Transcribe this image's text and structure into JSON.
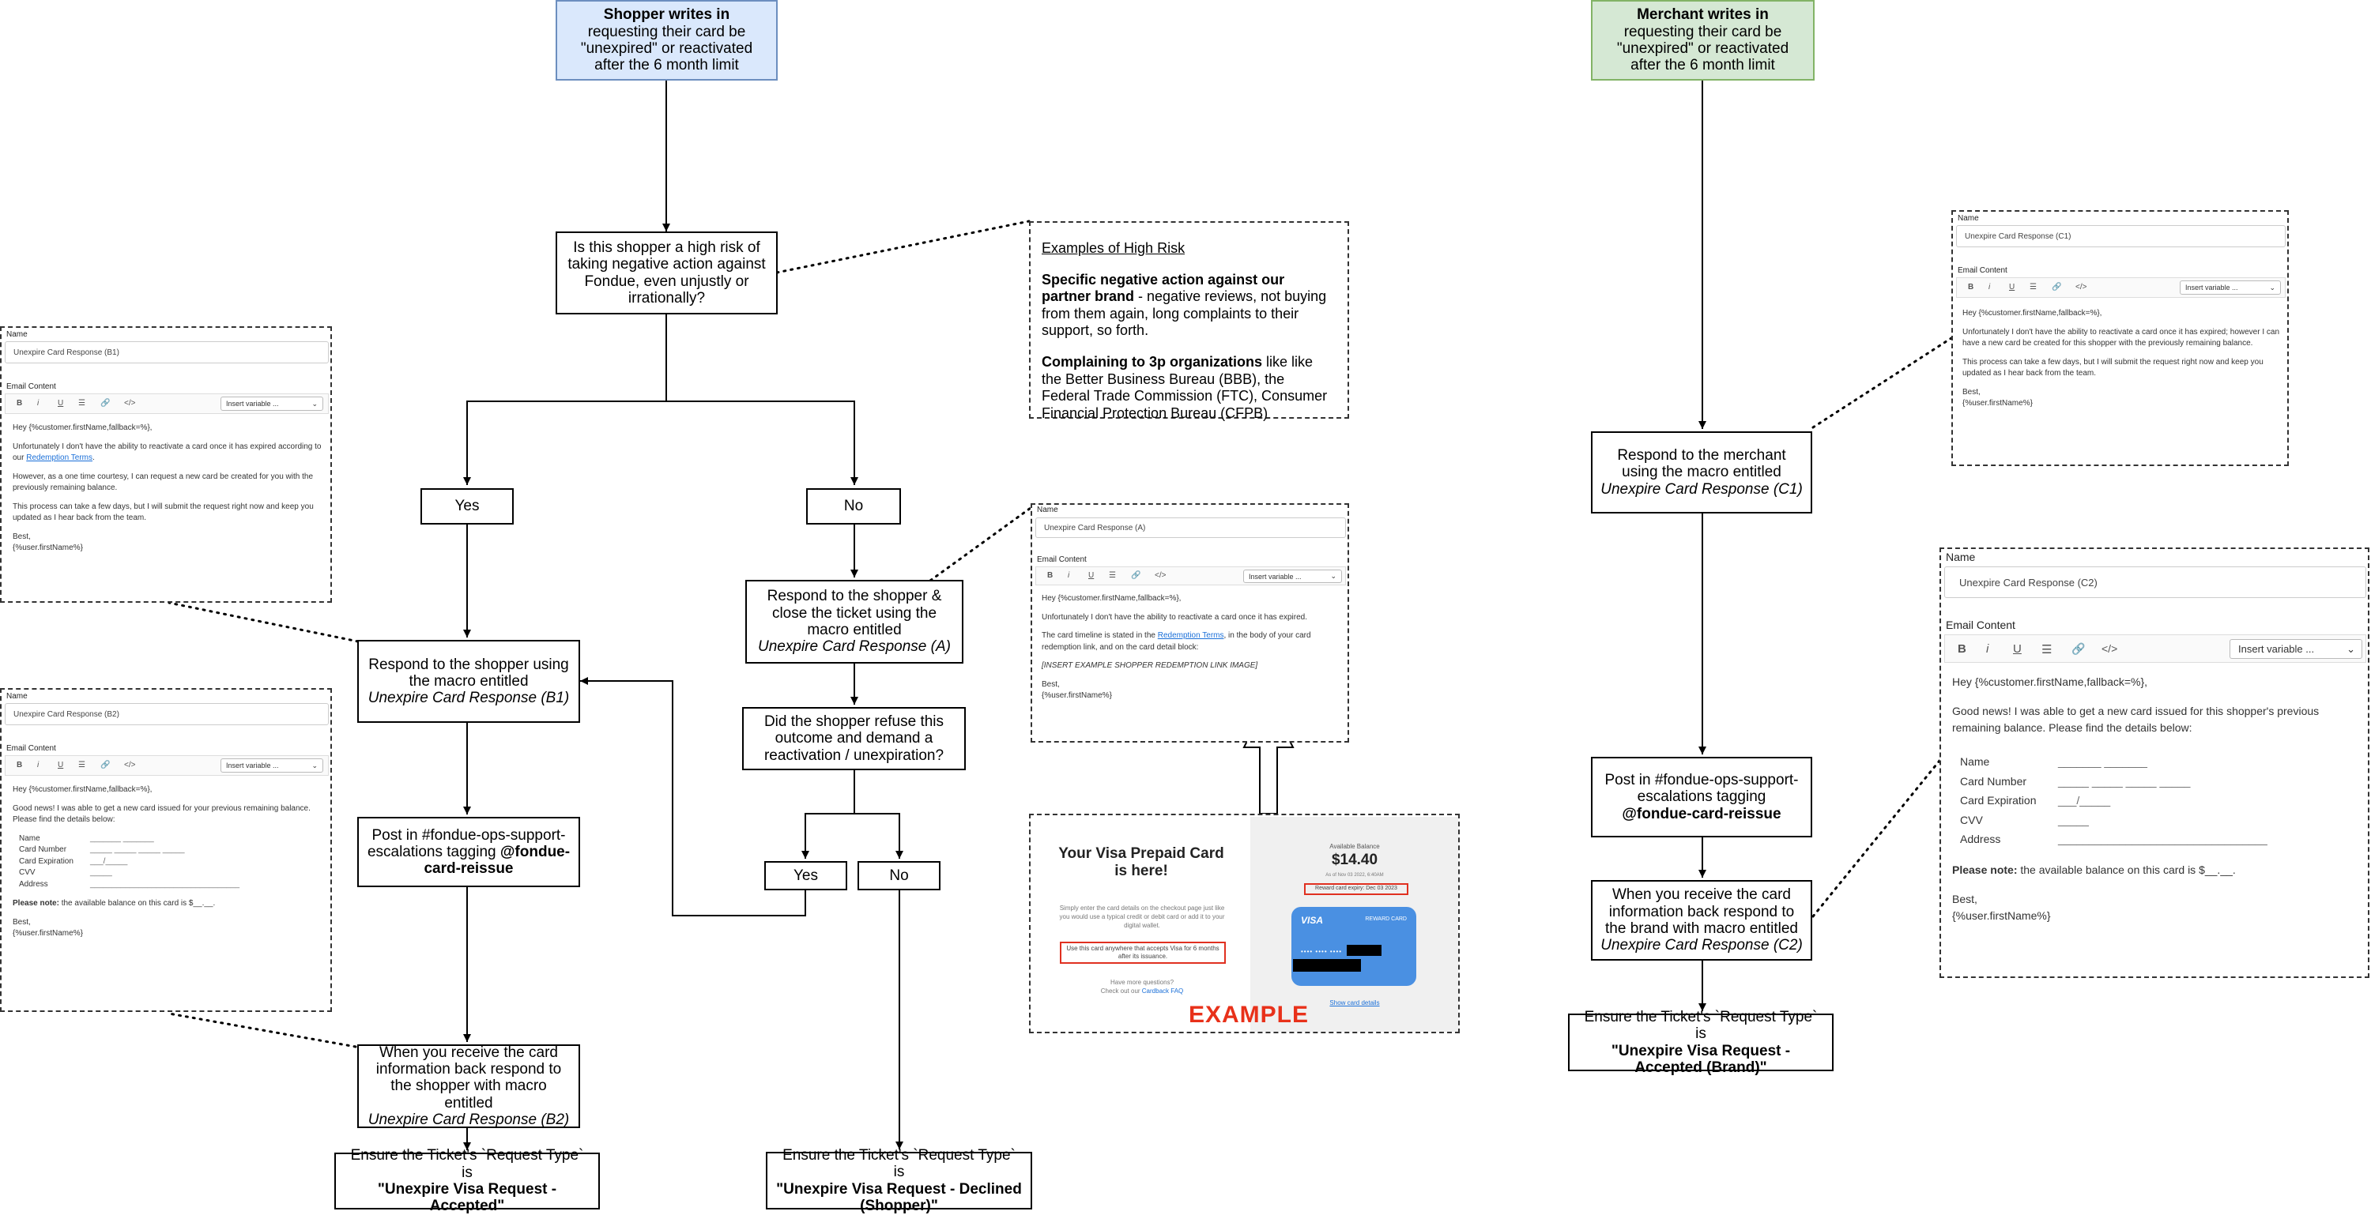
{
  "nodes": {
    "shopper_start": {
      "bold": "Shopper writes in",
      "rest": "requesting their card be \"unexpired\" or reactivated after the 6 month limit"
    },
    "merchant_start": {
      "bold": "Merchant writes in",
      "rest": "requesting their card be \"unexpired\" or reactivated after the 6 month limit"
    },
    "high_risk_q": "Is this shopper a high risk of taking negative action against Fondue, even unjustly or irrationally?",
    "yes1": "Yes",
    "no1": "No",
    "respond_b1": {
      "text": "Respond to the shopper using the macro entitled",
      "macro": "Unexpire Card Response (B1)"
    },
    "post_b": {
      "text": "Post in #fondue-ops-support-escalations tagging",
      "bold": "@fondue-card-reissue"
    },
    "receive_b2": {
      "text": "When you receive the card information back respond to the shopper with macro entitled",
      "macro": "Unexpire Card Response (B2)"
    },
    "ensure_accepted": {
      "text": "Ensure the Ticket's `Request Type` is",
      "bold": "\"Unexpire Visa Request - Accepted\""
    },
    "respond_a": {
      "text": "Respond to the shopper & close the ticket using the macro entitled",
      "macro": "Unexpire Card Response (A)"
    },
    "refuse_q": "Did the shopper refuse this outcome and demand a reactivation / unexpiration?",
    "yes2": "Yes",
    "no2": "No",
    "ensure_declined": {
      "text": "Ensure the Ticket's `Request Type` is",
      "bold": "\"Unexpire Visa Request - Declined (Shopper)\""
    },
    "respond_c1": {
      "text": "Respond to the merchant using the macro entitled",
      "macro": "Unexpire Card Response (C1)"
    },
    "post_c": {
      "text": "Post in #fondue-ops-support-escalations tagging",
      "bold": "@fondue-card-reissue"
    },
    "receive_c2": {
      "text": "When you receive the card information back respond to the brand with macro entitled",
      "macro": "Unexpire Card Response (C2)"
    },
    "ensure_brand": {
      "text": "Ensure the Ticket's `Request Type` is",
      "bold": "\"Unexpire Visa Request - Accepted (Brand)\""
    }
  },
  "high_risk_note": {
    "heading": "Examples of High Risk",
    "p1_bold": "Specific negative action against our partner brand",
    "p1_rest": " - negative reviews, not buying from them again, long complaints to their support, so forth.",
    "p2_bold": "Complaining to 3p organizations",
    "p2_rest": " like like the Better Business Bureau (BBB), the Federal Trade Commission (FTC), Consumer Financial Protection Bureau (CFPB)"
  },
  "mock_common": {
    "name_label": "Name",
    "email_label": "Email Content",
    "insert_variable": "Insert variable ...",
    "toolbar": [
      "B",
      "i",
      "U",
      "☰",
      "🔗",
      "</>"
    ],
    "greeting": "Hey {%customer.firstName,fallback=%},",
    "sign_best": "Best,",
    "sign_user": "{%user.firstName%}"
  },
  "mock_b1": {
    "name_value": "Unexpire Card Response (B1)",
    "p1_pre": "Unfortunately I don't have the ability to reactivate a card once it has expired according to our ",
    "p1_link": "Redemption Terms",
    "p1_post": ".",
    "p2": "However, as a one time courtesy, I can request a new card be created for you with the previously remaining balance.",
    "p3": "This process can take a few days, but I will submit the request right now and keep you updated as I hear back from the team."
  },
  "mock_b2": {
    "name_value": "Unexpire Card Response (B2)",
    "p1": "Good news! I was able to get a new card issued for your previous remaining balance. Please find the details below:",
    "fields": [
      {
        "k": "Name",
        "v": "_______ _______"
      },
      {
        "k": "Card Number",
        "v": "_____ _____ _____ _____"
      },
      {
        "k": "Card Expiration",
        "v": "___/_____"
      },
      {
        "k": "CVV",
        "v": "_____"
      },
      {
        "k": "Address",
        "v": "__________________________________"
      }
    ],
    "note_bold": "Please note:",
    "note_rest": " the available balance on this card is $__.__."
  },
  "mock_a": {
    "name_value": "Unexpire Card Response (A)",
    "p1": "Unfortunately I don't have the ability to reactivate a card once it has expired.",
    "p2_pre": "The card timeline is stated in the ",
    "p2_link": "Redemption Terms",
    "p2_post": ", in the body of your card redemption link, and on the card detail block:",
    "p3": "[INSERT EXAMPLE SHOPPER REDEMPTION LINK IMAGE]"
  },
  "mock_c1": {
    "name_value": "Unexpire Card Response (C1)",
    "p1": "Unfortunately I don't have the ability to reactivate a card once it has expired; however I can have a new card be created for this shopper with the previously remaining balance.",
    "p2": "This process can take a few days, but I will submit the request right now and keep you updated as I hear back from the team."
  },
  "mock_c2": {
    "name_value": "Unexpire Card Response (C2)",
    "p1": "Good news! I was able to get a new card issued for this shopper's previous remaining balance. Please find the details below:",
    "fields": [
      {
        "k": "Name",
        "v": "_______ _______"
      },
      {
        "k": "Card Number",
        "v": "_____ _____ _____ _____"
      },
      {
        "k": "Card Expiration",
        "v": "___/_____"
      },
      {
        "k": "CVV",
        "v": "_____"
      },
      {
        "k": "Address",
        "v": "__________________________________"
      }
    ],
    "note_bold": "Please note:",
    "note_rest": " the available balance on this card is $__.__."
  },
  "example": {
    "title": "Your Visa Prepaid Card is here!",
    "desc": "Simply enter the card details on the checkout page just like you would use a typical credit or debit card or add it to your digital wallet.",
    "redbox_left": "Use this card anywhere that accepts Visa for 6 months after its issuance.",
    "questions": "Have more questions?",
    "faq_pre": "Check out our ",
    "faq_link": "Cardback FAQ",
    "avail_label": "Available Balance",
    "amount": "$14.40",
    "as_of": "As of Nov 03 2022, 6:40AM",
    "expiry": "Reward card expiry: Dec 03 2023",
    "visa": "VISA",
    "reward_card": "REWARD CARD",
    "card_mask": "•••• •••• ••••",
    "show_details": "Show card details",
    "label": "EXAMPLE"
  },
  "colors": {
    "blue_fill": "#dae8fc",
    "blue_stroke": "#6c8ebf",
    "green_fill": "#d5e8d4",
    "green_stroke": "#82b366",
    "example_red": "#e8311a",
    "link_blue": "#1a6fd8"
  }
}
